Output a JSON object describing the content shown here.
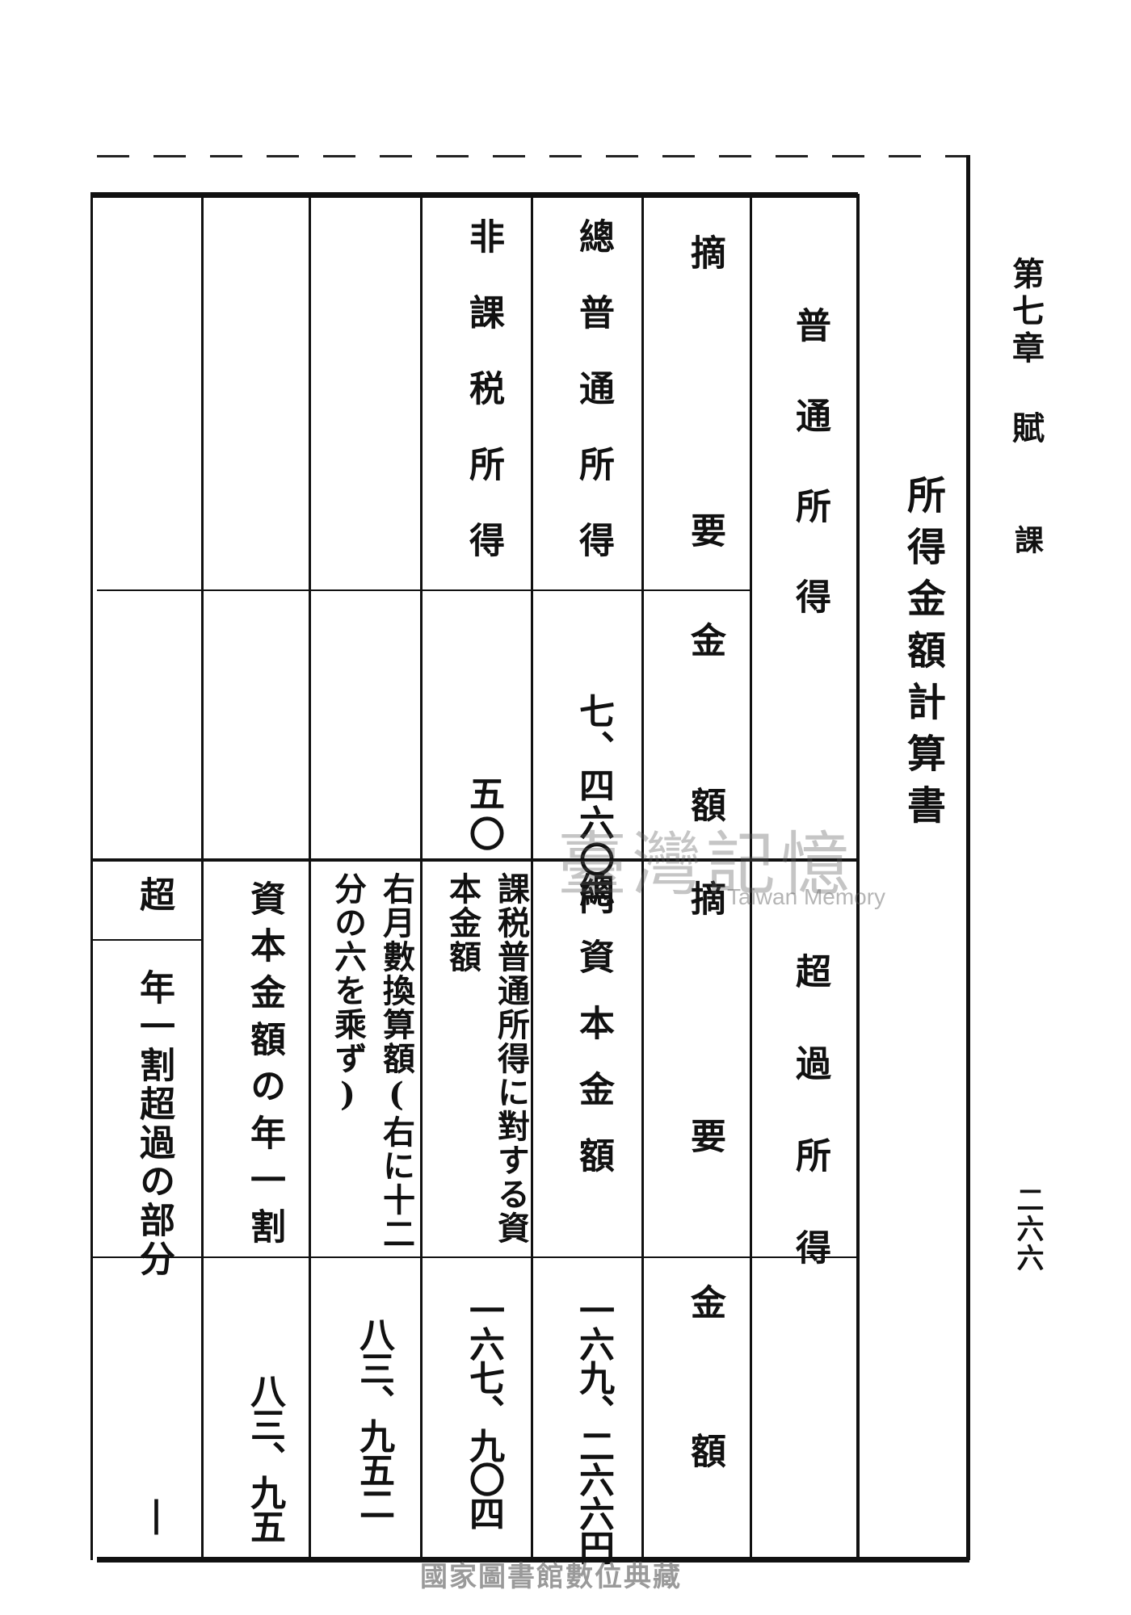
{
  "page": {
    "running_head": "第七章 賦",
    "running_sub": "課",
    "page_number": "二六六",
    "title": "所得金額計算書"
  },
  "table": {
    "header": {
      "col_ordinary": "普通所得",
      "col_excess": "超過所得",
      "summary_label": "摘要",
      "amount_label": "金額"
    },
    "ordinary_rows": [
      {
        "label": "總普通所得",
        "amount": "七、四六〇円"
      },
      {
        "label": "非課税所得",
        "amount": "五〇"
      }
    ],
    "excess_rows": [
      {
        "label": "總資本金額",
        "amount": "一六九、二六六円"
      },
      {
        "label": "課税普通所得に對する資本金額",
        "amount": "一六七、九〇四"
      },
      {
        "label": "右月數換算額(右に十二分の六を乘ず)",
        "amount": "八三、九五二"
      },
      {
        "label": "資本金額の年一割",
        "amount": "八三、九五"
      },
      {
        "label": "超",
        "sub_label": "年一割超過の部分",
        "amount": "|"
      }
    ]
  },
  "watermark": {
    "zh": "臺灣記憶",
    "en": "Taiwan Memory"
  },
  "footer": {
    "library": "國家圖書館數位典藏"
  }
}
